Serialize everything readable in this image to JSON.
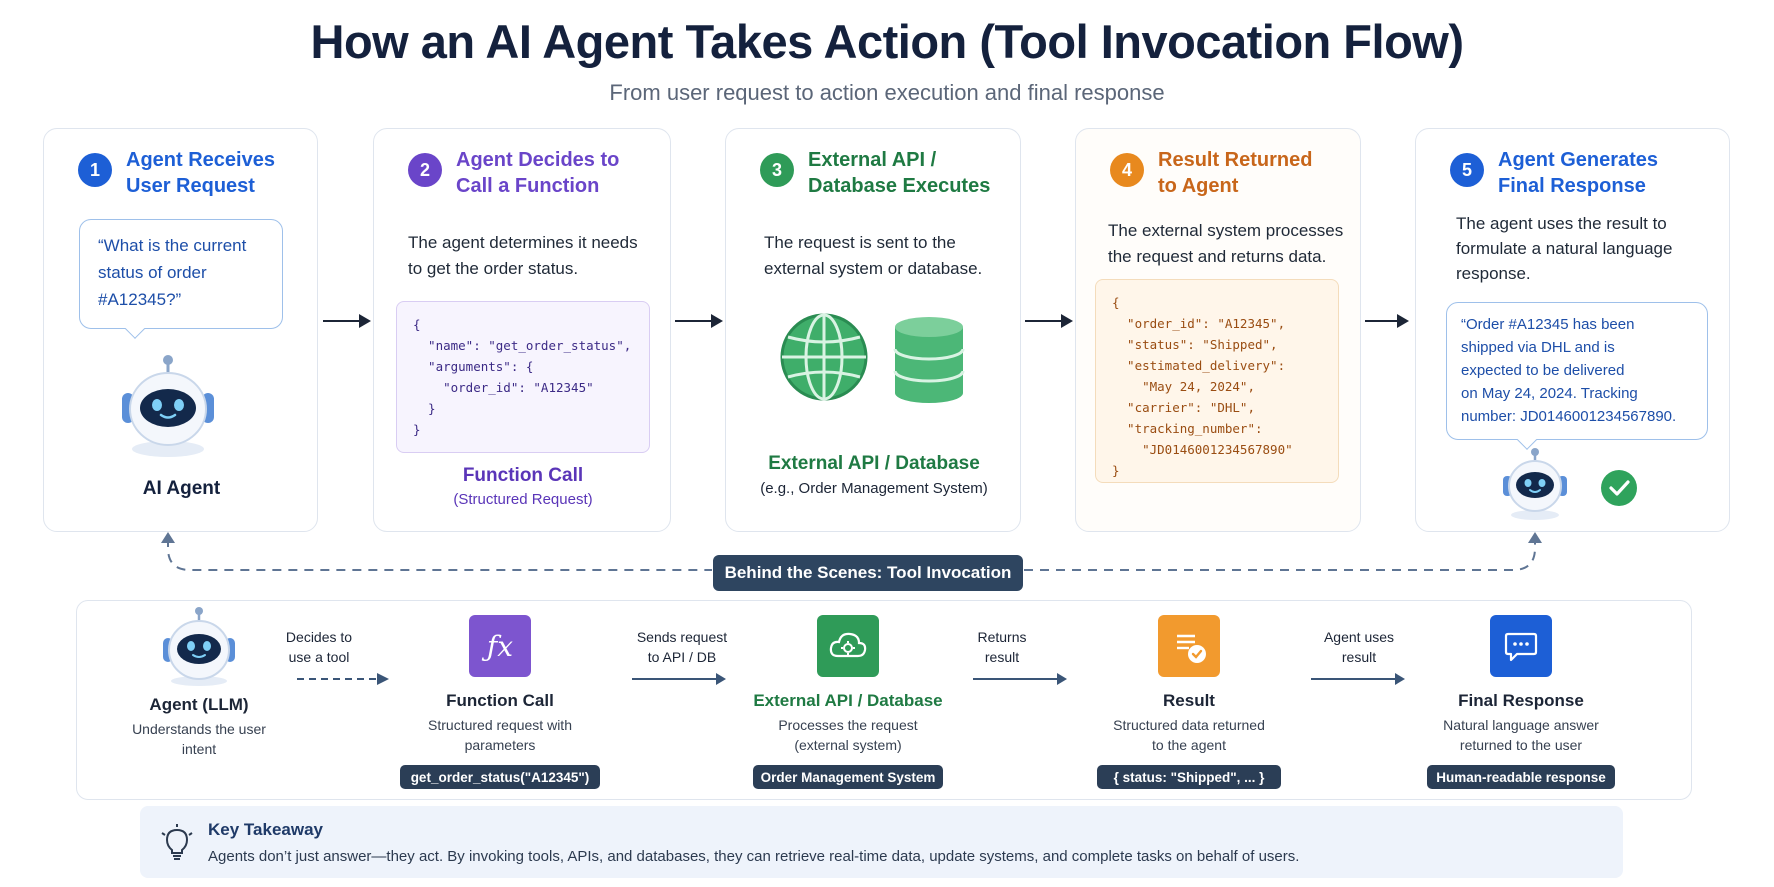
{
  "title": "How an AI Agent Takes Action (Tool Invocation Flow)",
  "subtitle": "From user request to action execution and final response",
  "colors": {
    "blue": "#1d5fd6",
    "purple": "#6a45c9",
    "green": "#2f9b58",
    "orange": "#e8891e",
    "navy": "#2e4560"
  },
  "steps": [
    {
      "number": "1",
      "title_line1": "Agent Receives",
      "title_line2": "User Request",
      "bubble": [
        "“What is the current",
        "status of order",
        "#A12345?”"
      ],
      "caption": "AI Agent",
      "icon": "robot-icon"
    },
    {
      "number": "2",
      "title_line1": "Agent Decides to",
      "title_line2": "Call a Function",
      "description": [
        "The agent determines it needs",
        "to get the order status."
      ],
      "code": "{\n  \"name\": \"get_order_status\",\n  \"arguments\": {\n    \"order_id\": \"A12345\"\n  }\n}",
      "caption": "Function Call",
      "subcaption": "(Structured Request)"
    },
    {
      "number": "3",
      "title_line1": "External API /",
      "title_line2": "Database Executes",
      "description": [
        "The request is sent to the",
        "external system or database."
      ],
      "caption": "External API / Database",
      "subcaption": "(e.g., Order Management System)",
      "icons": [
        "globe-icon",
        "database-icon"
      ]
    },
    {
      "number": "4",
      "title_line1": "Result Returned",
      "title_line2": "to Agent",
      "description": [
        "The external system processes",
        "the request and returns data."
      ],
      "code": "{\n  \"order_id\": \"A12345\",\n  \"status\": \"Shipped\",\n  \"estimated_delivery\":\n    \"May 24, 2024\",\n  \"carrier\": \"DHL\",\n  \"tracking_number\":\n    \"JD0146001234567890\"\n}"
    },
    {
      "number": "5",
      "title_line1": "Agent Generates",
      "title_line2": "Final Response",
      "description": [
        "The agent uses the result to",
        "formulate a natural language",
        "response."
      ],
      "bubble": [
        "“Order #A12345 has been",
        "shipped via DHL and is",
        "expected to be delivered",
        "on May 24, 2024. Tracking",
        "number: JD0146001234567890."
      ],
      "icons": [
        "robot-icon",
        "check-icon"
      ]
    }
  ],
  "behind": {
    "badge": "Behind the Scenes: Tool Invocation",
    "items": [
      {
        "title": "Agent (LLM)",
        "desc": [
          "Understands the user",
          "intent"
        ],
        "icon": "robot-icon"
      },
      {
        "title": "Function Call",
        "desc": [
          "Structured request with",
          "parameters"
        ],
        "tag": "get_order_status(\"A12345\")",
        "icon": "function-icon"
      },
      {
        "title": "External API / Database",
        "desc": [
          "Processes the request",
          "(external system)"
        ],
        "tag": "Order Management System",
        "icon": "cloud-gear-icon"
      },
      {
        "title": "Result",
        "desc": [
          "Structured data returned",
          "to the agent"
        ],
        "tag": "{ status: \"Shipped\", ... }",
        "icon": "document-check-icon"
      },
      {
        "title": "Final Response",
        "desc": [
          "Natural language answer",
          "returned to the user"
        ],
        "tag": "Human-readable response",
        "icon": "chat-icon"
      }
    ],
    "arrows": [
      [
        "Decides to",
        "use a tool"
      ],
      [
        "Sends request",
        "to API / DB"
      ],
      [
        "Returns",
        "result"
      ],
      [
        "Agent uses",
        "result"
      ]
    ]
  },
  "takeaway": {
    "title": "Key Takeaway",
    "text": "Agents don’t just answer—they act. By invoking tools, APIs, and databases, they can retrieve real-time data, update systems, and complete tasks on behalf of users.",
    "icon": "lightbulb-icon"
  }
}
